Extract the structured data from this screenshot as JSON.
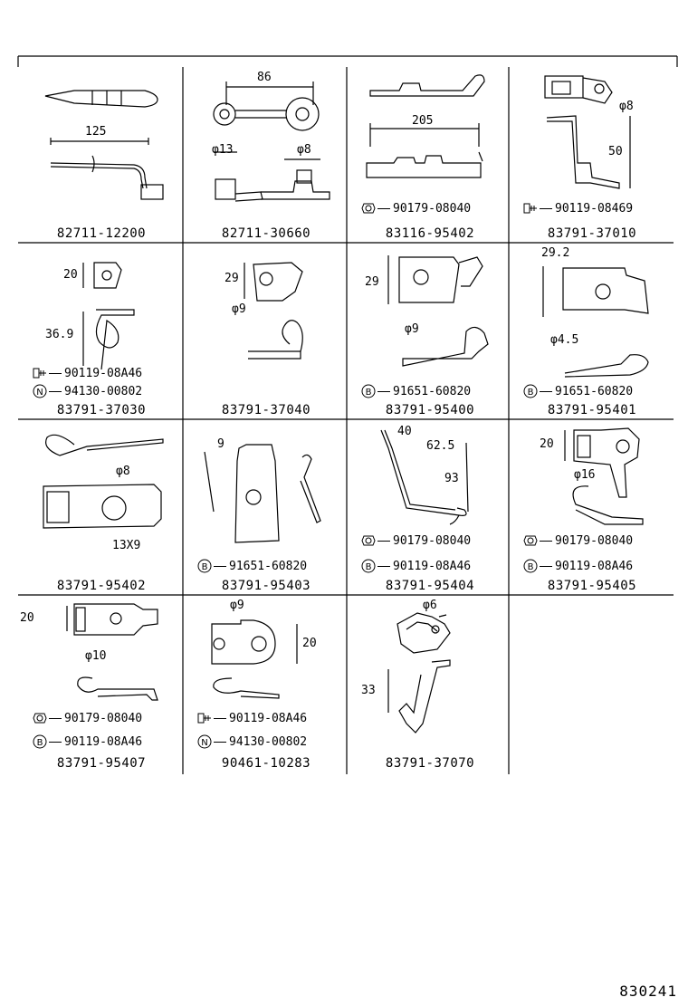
{
  "diagram_code": "830241",
  "cells": [
    {
      "part_number": "82711-12200",
      "dims": [
        "125"
      ],
      "fasteners": []
    },
    {
      "part_number": "82711-30660",
      "dims": [
        "86",
        "φ13",
        "φ8"
      ],
      "fasteners": []
    },
    {
      "part_number": "83116-95402",
      "dims": [
        "205"
      ],
      "fasteners": [
        {
          "symbol": "nut-icon",
          "part": "90179-08040"
        }
      ]
    },
    {
      "part_number": "83791-37010",
      "dims": [
        "φ8",
        "50"
      ],
      "fasteners": [
        {
          "symbol": "bolt-icon",
          "part": "90119-08469"
        }
      ]
    },
    {
      "part_number": "83791-37030",
      "dims": [
        "20",
        "36.9"
      ],
      "fasteners": [
        {
          "symbol": "bolt-icon",
          "part": "90119-08A46"
        },
        {
          "symbol": "N",
          "part": "94130-00802"
        }
      ]
    },
    {
      "part_number": "83791-37040",
      "dims": [
        "29",
        "φ9"
      ],
      "fasteners": []
    },
    {
      "part_number": "83791-95400",
      "dims": [
        "29",
        "φ9"
      ],
      "fasteners": [
        {
          "symbol": "B",
          "part": "91651-60820"
        }
      ]
    },
    {
      "part_number": "83791-95401",
      "dims": [
        "29.2",
        "φ4.5"
      ],
      "fasteners": [
        {
          "symbol": "B",
          "part": "91651-60820"
        }
      ]
    },
    {
      "part_number": "83791-95402",
      "dims": [
        "φ8",
        "13X9"
      ],
      "fasteners": []
    },
    {
      "part_number": "83791-95403",
      "dims": [
        "9"
      ],
      "fasteners": [
        {
          "symbol": "B",
          "part": "91651-60820"
        }
      ]
    },
    {
      "part_number": "83791-95404",
      "dims": [
        "40",
        "62.5",
        "93"
      ],
      "fasteners": [
        {
          "symbol": "nut-icon",
          "part": "90179-08040"
        },
        {
          "symbol": "B",
          "part": "90119-08A46"
        }
      ]
    },
    {
      "part_number": "83791-95405",
      "dims": [
        "20",
        "φ16"
      ],
      "fasteners": [
        {
          "symbol": "nut-icon",
          "part": "90179-08040"
        },
        {
          "symbol": "B",
          "part": "90119-08A46"
        }
      ]
    },
    {
      "part_number": "83791-95407",
      "dims": [
        "20",
        "φ10"
      ],
      "fasteners": [
        {
          "symbol": "nut-icon",
          "part": "90179-08040"
        },
        {
          "symbol": "B",
          "part": "90119-08A46"
        }
      ]
    },
    {
      "part_number": "90461-10283",
      "dims": [
        "φ9",
        "20"
      ],
      "fasteners": [
        {
          "symbol": "bolt-icon",
          "part": "90119-08A46"
        },
        {
          "symbol": "N",
          "part": "94130-00802"
        }
      ]
    },
    {
      "part_number": "83791-37070",
      "dims": [
        "φ6",
        "33"
      ],
      "fasteners": []
    }
  ]
}
